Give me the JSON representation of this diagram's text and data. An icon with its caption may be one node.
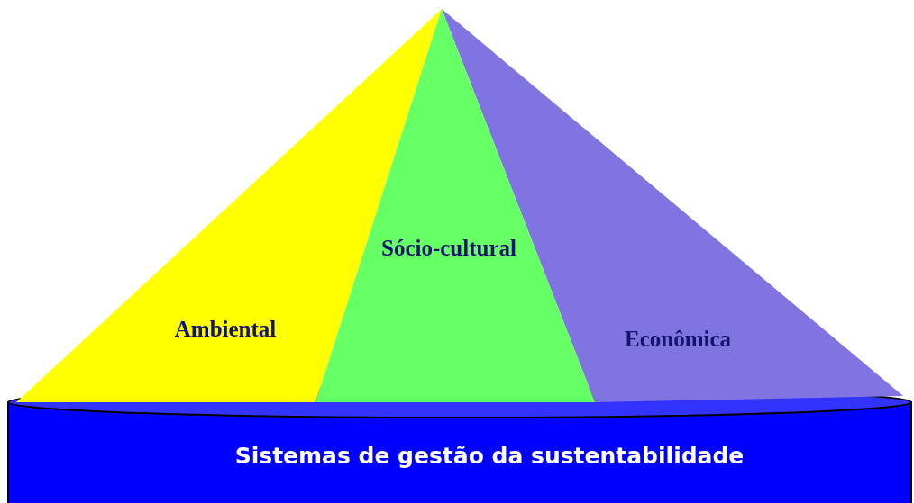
{
  "diagram": {
    "nodes": [
      {
        "text": [
          "Sócio-cultural"
        ]
      },
      {
        "text": [
          "Ambiental"
        ]
      },
      {
        "text": [
          "Econômica"
        ]
      },
      {
        "text": [
          "Sistemas de gestão da sustentabilidade"
        ]
      }
    ]
  }
}
